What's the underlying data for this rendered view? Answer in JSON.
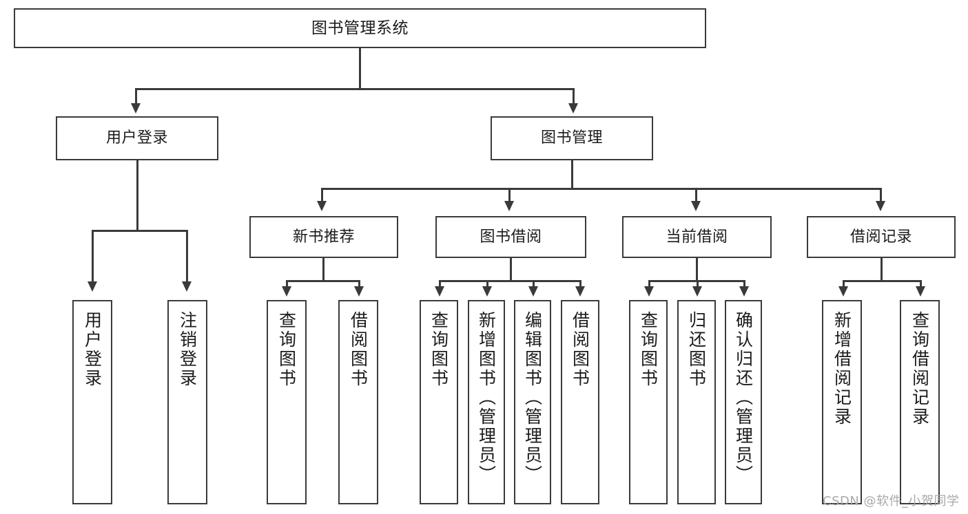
{
  "diagram": {
    "type": "tree-hierarchy-chart",
    "title": "图书管理系统",
    "orientation": "top-down",
    "line_color": "#3a3a3a",
    "box_fill": "#ffffff",
    "text_color": "#1b1b1b"
  },
  "root": {
    "label": "图书管理系统"
  },
  "level2": [
    {
      "label": "用户登录"
    },
    {
      "label": "图书管理"
    }
  ],
  "level3": [
    {
      "label": "新书推荐"
    },
    {
      "label": "图书借阅"
    },
    {
      "label": "当前借阅"
    },
    {
      "label": "借阅记录"
    }
  ],
  "leaves": {
    "user_login": [
      {
        "label": "用户登录"
      },
      {
        "label": "注销登录"
      }
    ],
    "new_book_recommend": [
      {
        "label": "查询图书"
      },
      {
        "label": "借阅图书"
      }
    ],
    "book_borrow": [
      {
        "label": "查询图书"
      },
      {
        "label": "新增图书（管理员）"
      },
      {
        "label": "编辑图书（管理员）"
      },
      {
        "label": "借阅图书"
      }
    ],
    "current_borrow": [
      {
        "label": "查询图书"
      },
      {
        "label": "归还图书"
      },
      {
        "label": "确认归还（管理员）"
      }
    ],
    "borrow_record": [
      {
        "label": "新增借阅记录"
      },
      {
        "label": "查询借阅记录"
      }
    ]
  },
  "watermark": {
    "text": "CSDN @软件_小贺同学",
    "color": "#a9a9a9"
  }
}
